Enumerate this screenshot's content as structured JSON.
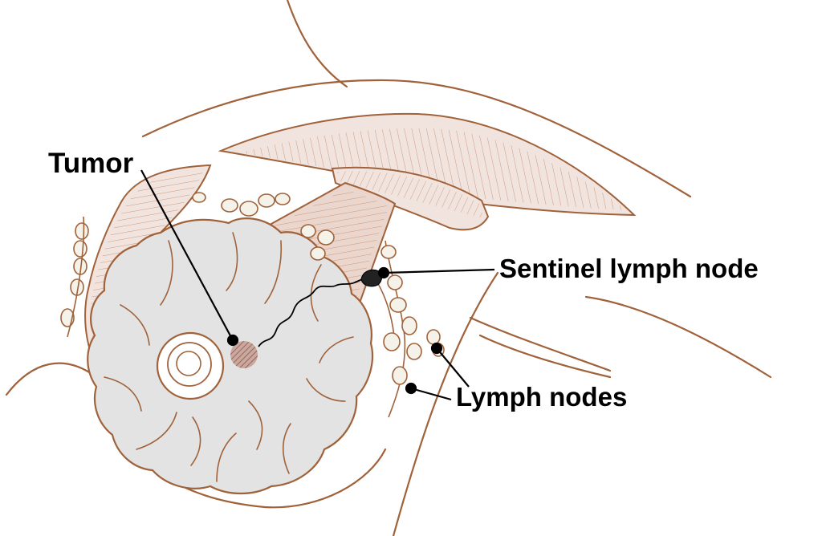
{
  "labels": {
    "tumor": "Tumor",
    "sentinel": "Sentinel lymph node",
    "nodes": "Lymph nodes"
  },
  "colors": {
    "outline": "#a0623a",
    "muscle_fill": "#f1e4de",
    "breast_fill": "#e3e3e3",
    "tumor_fill": "#b98a7a",
    "leader": "#000000",
    "background": "#ffffff"
  }
}
